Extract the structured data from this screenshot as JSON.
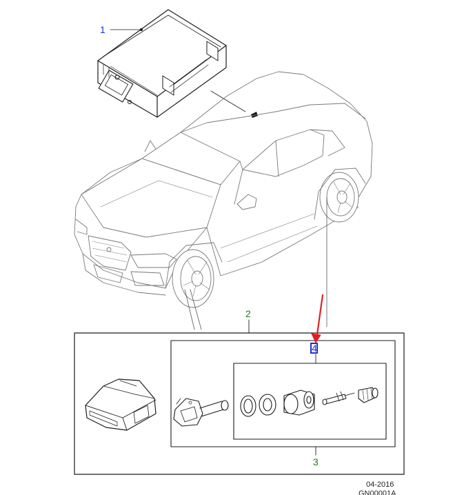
{
  "callouts": {
    "c1": "1",
    "c2": "2",
    "c3": "3",
    "c4": "4"
  },
  "footer": {
    "date": "04-2016",
    "code": "GN00001A"
  },
  "colors": {
    "callout_blue": "#1f2fd0",
    "callout_green": "#1f7a1f",
    "arrow_red": "#e02020",
    "line": "#1a1a1a"
  }
}
